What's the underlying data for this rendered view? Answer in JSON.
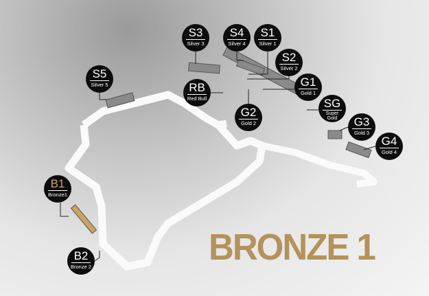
{
  "title": "BRONZE 1",
  "accent_color": "#b4925a",
  "sections": [
    {
      "code": "S3",
      "name": "Silver 3"
    },
    {
      "code": "S4",
      "name": "Silver 4"
    },
    {
      "code": "S1",
      "name": "Silver 1"
    },
    {
      "code": "S2",
      "name": "Silver 2"
    },
    {
      "code": "G1",
      "name": "Gold 1"
    },
    {
      "code": "SG",
      "name": "Super Gold"
    },
    {
      "code": "G3",
      "name": "Gold 3"
    },
    {
      "code": "G4",
      "name": "Gold 4"
    },
    {
      "code": "RB",
      "name": "Red Bull"
    },
    {
      "code": "G2",
      "name": "Gold 2"
    },
    {
      "code": "S5",
      "name": "Silver 5"
    },
    {
      "code": "B1",
      "name": "Bronze1",
      "highlighted": true
    },
    {
      "code": "B2",
      "name": "Bronze 2"
    }
  ]
}
